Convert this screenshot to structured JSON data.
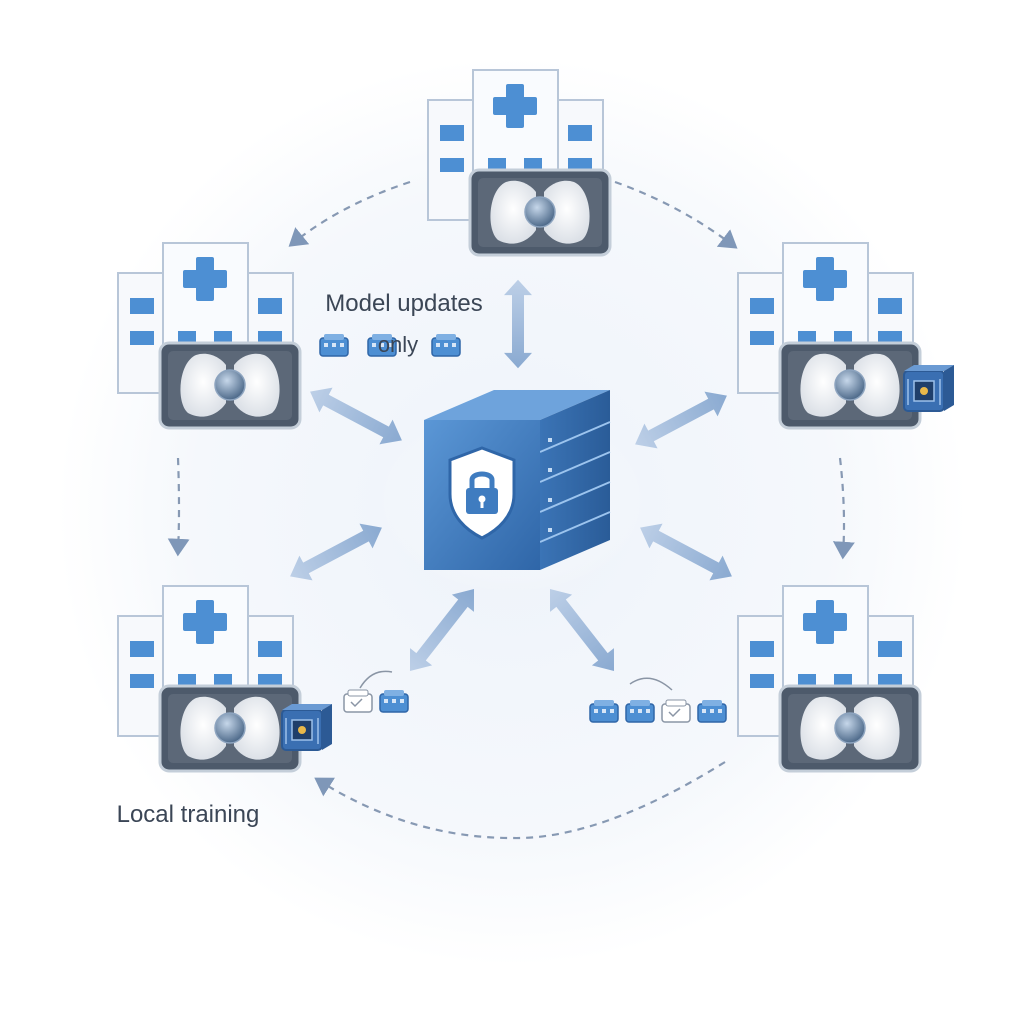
{
  "labels": {
    "model_updates_line1": "Model updates",
    "model_updates_line2": "only",
    "local_training": "Local training"
  },
  "nodes": [
    {
      "id": "hospital-top",
      "has_model_chip": false
    },
    {
      "id": "hospital-left-upper",
      "has_model_chip": false
    },
    {
      "id": "hospital-right-upper",
      "has_model_chip": true
    },
    {
      "id": "hospital-left-lower",
      "has_model_chip": true
    },
    {
      "id": "hospital-right-lower",
      "has_model_chip": false
    }
  ],
  "center": {
    "icons": [
      "server-icon",
      "shield-icon",
      "lock-icon"
    ]
  },
  "colors": {
    "accent_blue": "#3f7cc0",
    "arrow_blue": "#8fb0d6",
    "building_outline": "#b8c6d8",
    "scan_frame": "#4d5a6b",
    "text": "#3b4656"
  }
}
